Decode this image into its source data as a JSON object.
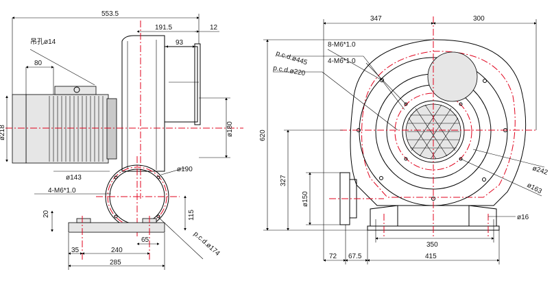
{
  "left_view": {
    "dim_overall_length": "553.5",
    "dim_outlet_width": "191.5",
    "dim_flange_thickness": "12",
    "dim_outlet_depth": "93",
    "lifting_hole_label": "吊孔ø14",
    "dim_80": "80",
    "dim_motor_diameter": "ø218",
    "dim_180": "ø180",
    "dim_inlet_143": "ø143",
    "dim_inlet_190": "ø190",
    "bolts_label": "4-M6*1.0",
    "dim_20": "20",
    "dim_115": "115",
    "dim_65": "65",
    "dim_35": "35",
    "dim_240": "240",
    "dim_285": "285",
    "pcd_label": "p.c.d.ø174"
  },
  "right_view": {
    "dim_347": "347",
    "dim_300": "300",
    "bolts_8": "8-M6*1.0",
    "bolts_4": "4-M6*1.0",
    "pcd_445": "p.c.d.ø445",
    "pcd_220": "p.c.d.ø220",
    "dim_620": "620",
    "dim_327": "327",
    "dim_150": "ø150",
    "dim_242": "ø242",
    "dim_163": "ø163",
    "dim_16": "ø16",
    "dim_350": "350",
    "dim_72": "72",
    "dim_67_5": "67.5",
    "dim_415": "415"
  }
}
